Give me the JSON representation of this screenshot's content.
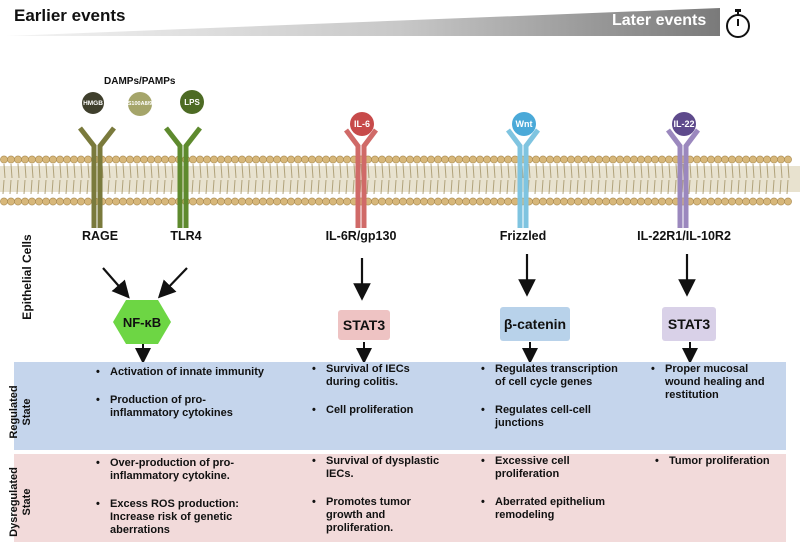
{
  "timeline": {
    "earlier": "Earlier events",
    "later": "Later events",
    "icon": "stopwatch-icon"
  },
  "ligand_group": "DAMPs/PAMPs",
  "ligands": [
    "HMGB",
    "S100A8/9",
    "LPS",
    "IL-6",
    "Wnt",
    "IL-22"
  ],
  "receptors": [
    "RAGE",
    "TLR4",
    "IL-6R/gp130",
    "Frizzled",
    "IL-22R1/IL-10R2"
  ],
  "cell_label": "Epithelial Cells",
  "effectors": [
    "NF-κB",
    "STAT3",
    "β-catenin",
    "STAT3"
  ],
  "states": {
    "regulated": "Regulated State",
    "dysregulated": "Dysregulated State"
  },
  "regulated": [
    [
      "Activation of innate immunity",
      "Production of pro-inflammatory cytokines"
    ],
    [
      "Survival of IECs during colitis.",
      "Cell proliferation"
    ],
    [
      "Regulates transcription of cell cycle genes",
      "Regulates cell-cell junctions"
    ],
    [
      "Proper mucosal wound healing and restitution"
    ]
  ],
  "dysregulated": [
    [
      "Over-production of pro-inflammatory cytokine.",
      "Excess ROS production: Increase risk of genetic aberrations"
    ],
    [
      "Survival of dysplastic IECs.",
      "Promotes tumor growth and proliferation."
    ],
    [
      "Excessive cell proliferation",
      "Aberrated epithelium remodeling"
    ],
    [
      "Tumor proliferation"
    ]
  ],
  "colors": {
    "rage": "#7a7a3c",
    "tlr4": "#5e8a2e",
    "il6r": "#d06a68",
    "frizzled": "#7fc4e0",
    "il22r": "#9b88be",
    "nfkb": "#6dd644",
    "stat3_pink": "#eec3c3",
    "catenin": "#b8d2ea",
    "stat3_lilac": "#d9d1e8",
    "regulated_bg": "#c5d5ec",
    "dysregulated_bg": "#f2dada"
  }
}
